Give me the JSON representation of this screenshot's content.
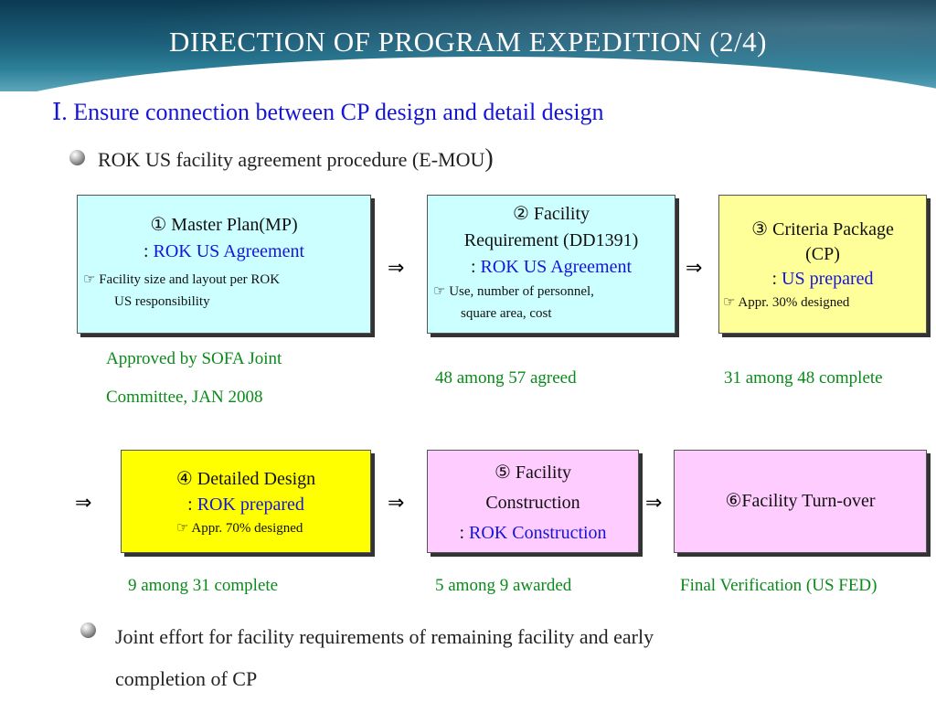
{
  "slide": {
    "title": "DIRECTION OF PROGRAM EXPEDITION (2/4)",
    "heading": "Ⅰ.  Ensure connection between CP design and detail design",
    "subhead_main": "ROK US facility agreement procedure (E-MOU",
    "subhead_paren": ")"
  },
  "boxes": {
    "b1": {
      "line1": "① Master Plan(MP)",
      "sep": ": ",
      "agreement": "ROK US Agreement",
      "note_line1": "☞  Facility size and layout per ROK",
      "note_line2": "US responsibility"
    },
    "b2": {
      "line1": "② Facility",
      "line2": "Requirement (DD1391)",
      "sep": ": ",
      "agreement": "ROK US Agreement",
      "note_line1": "☞ Use, number of personnel,",
      "note_line2": "square area, cost"
    },
    "b3": {
      "line1": "③ Criteria Package",
      "line2": "(CP)",
      "sep": ": ",
      "agreement": "US prepared",
      "note_line1": "☞ Appr. 30% designed"
    },
    "b4": {
      "line1": "④ Detailed Design",
      "sep": ": ",
      "agreement": "ROK prepared",
      "note_line1": "☞ Appr. 70% designed"
    },
    "b5": {
      "line1": "⑤ Facility",
      "line2": "Construction",
      "sep": ": ",
      "agreement": "ROK Construction"
    },
    "b6": {
      "line1": "⑥Facility Turn-over"
    }
  },
  "arrows": {
    "symbol": "⇒"
  },
  "status": {
    "s1_line1": "Approved by SOFA Joint",
    "s1_line2": "Committee, JAN 2008",
    "s2": "48 among 57 agreed",
    "s3": "31 among 48 complete",
    "s4": "9 among 31 complete",
    "s5": "5 among 9 awarded",
    "s6": "Final Verification (US FED)"
  },
  "bottom": {
    "line1": "Joint effort for facility requirements of remaining facility and early",
    "line2": "completion of CP"
  }
}
